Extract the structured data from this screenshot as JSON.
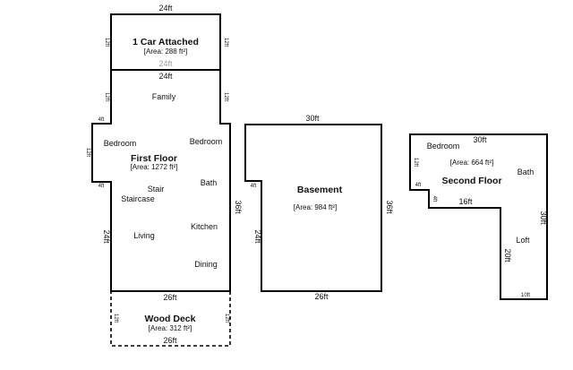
{
  "garage": {
    "title": "1 Car Attached",
    "area": "[Area: 288 ft²]",
    "dims": {
      "top": "24ft",
      "inner_bottom": "24ft",
      "left": "12ft",
      "right": "12ft"
    }
  },
  "first_floor": {
    "title": "First Floor",
    "area": "[Area: 1272 ft²]",
    "dims": {
      "top": "24ft",
      "upper_left": "12ft",
      "upper_right": "12ft",
      "notch_left_top": "4ft",
      "notch_left_side": "12ft",
      "notch_left_bottom": "4ft",
      "lower_left": "24ft",
      "right": "36ft"
    },
    "rooms": {
      "family": "Family",
      "bedroom_left": "Bedroom",
      "bedroom_right": "Bedroom",
      "bath": "Bath",
      "stair": "Stair",
      "staircase": "Staircase",
      "living": "Living",
      "kitchen": "Kitchen",
      "dining": "Dining"
    }
  },
  "wood_deck": {
    "title": "Wood Deck",
    "area": "[Area: 312 ft²]",
    "dims": {
      "top": "26ft",
      "bottom": "26ft",
      "left": "12ft",
      "right": "12ft"
    }
  },
  "basement": {
    "title": "Basement",
    "area": "[Area: 984 ft²]",
    "dims": {
      "top": "30ft",
      "notch": "4ft",
      "left": "24ft",
      "right": "36ft",
      "bottom": "26ft"
    }
  },
  "second_floor": {
    "title": "Second Floor",
    "area": "[Area: 664 ft²]",
    "dims": {
      "top": "30ft",
      "left": "12ft",
      "notch_h": "4ft",
      "notch_v": "4ft",
      "step": "16ft",
      "inner_left": "20ft",
      "right": "30ft",
      "bottom": "10ft"
    },
    "rooms": {
      "bedroom": "Bedroom",
      "bath": "Bath",
      "loft": "Loft"
    }
  }
}
